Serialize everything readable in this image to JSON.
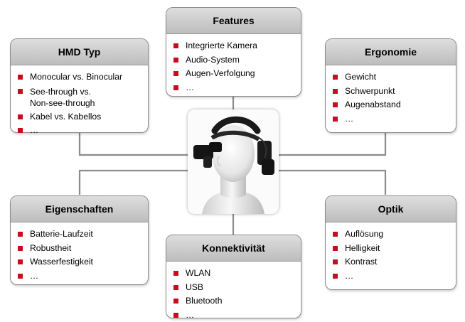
{
  "boxes": {
    "hmd_typ": {
      "title": "HMD Typ",
      "items": [
        "Monocular vs. Binocular",
        "See-through vs.",
        "Non-see-through",
        "Kabel vs. Kabellos",
        "…"
      ]
    },
    "features": {
      "title": "Features",
      "items": [
        "Integrierte Kamera",
        "Audio-System",
        "Augen-Verfolgung",
        "…"
      ]
    },
    "ergonomie": {
      "title": "Ergonomie",
      "items": [
        "Gewicht",
        "Schwerpunkt",
        "Augenabstand",
        "…"
      ]
    },
    "eigenschaften": {
      "title": "Eigenschaften",
      "items": [
        "Batterie-Laufzeit",
        "Robustheit",
        "Wasserfestigkeit",
        "…"
      ]
    },
    "konnektivitaet": {
      "title": "Konnektivität",
      "items": [
        "WLAN",
        "USB",
        "Bluetooth",
        "…"
      ]
    },
    "optik": {
      "title": "Optik",
      "items": [
        "Auflösung",
        "Helligkeit",
        "Kontrast",
        "…"
      ]
    }
  },
  "colors": {
    "bullet": "#c40f1c",
    "connector": "#8c8c8c",
    "title_bar": "#c8c8c8"
  },
  "center_image": "mannequin-head-with-head-mounted-display"
}
